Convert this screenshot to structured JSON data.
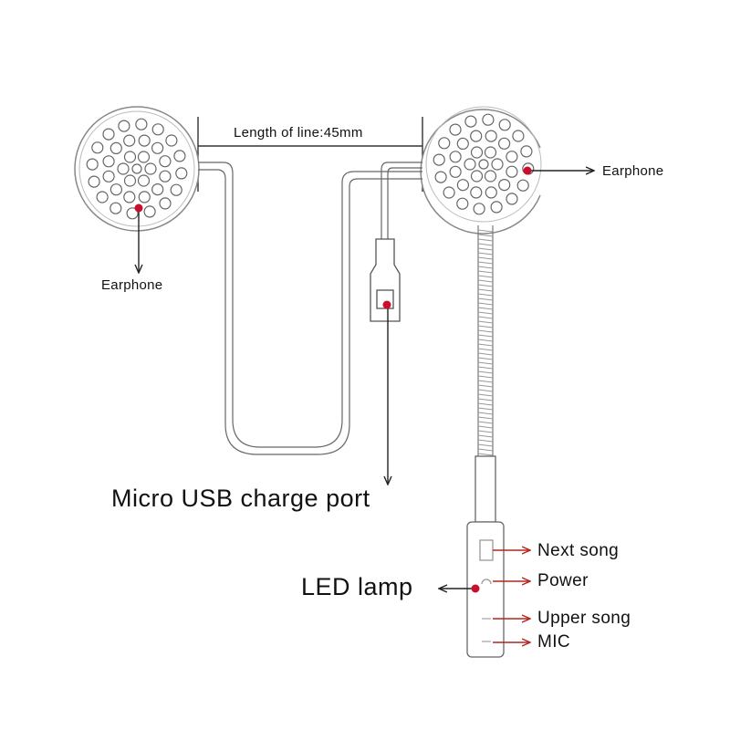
{
  "dimension": {
    "text": "Length of line:45mm"
  },
  "left_earphone": {
    "label": "Earphone"
  },
  "right_earphone": {
    "label": "Earphone"
  },
  "usb": {
    "label": "Micro USB charge port"
  },
  "led": {
    "label": "LED lamp"
  },
  "controls": [
    {
      "key": "next",
      "label": "Next song"
    },
    {
      "key": "power",
      "label": "Power"
    },
    {
      "key": "upper",
      "label": "Upper song"
    },
    {
      "key": "mic",
      "label": "MIC"
    }
  ],
  "colors": {
    "marker": "#c8102e",
    "arrow_red": "#b3261e",
    "line": "#555555"
  }
}
